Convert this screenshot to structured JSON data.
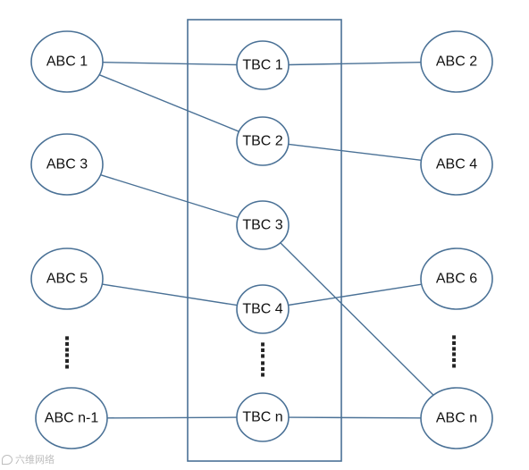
{
  "nodes": {
    "abc1": "ABC 1",
    "abc3": "ABC 3",
    "abc5": "ABC 5",
    "abcn1": "ABC n-1",
    "tbc1": "TBC 1",
    "tbc2": "TBC 2",
    "tbc3": "TBC 3",
    "tbc4": "TBC 4",
    "tbcn": "TBC n",
    "abc2": "ABC 2",
    "abc4": "ABC 4",
    "abc6": "ABC 6",
    "abcn": "ABC n"
  },
  "edges": [
    {
      "from": "abc1",
      "to": "tbc1"
    },
    {
      "from": "abc1",
      "to": "tbc2"
    },
    {
      "from": "tbc1",
      "to": "abc2"
    },
    {
      "from": "tbc2",
      "to": "abc4"
    },
    {
      "from": "abc3",
      "to": "tbc3"
    },
    {
      "from": "tbc3",
      "to": "abcn"
    },
    {
      "from": "abc5",
      "to": "tbc4"
    },
    {
      "from": "tbc4",
      "to": "abc6"
    },
    {
      "from": "abcn1",
      "to": "tbcn"
    },
    {
      "from": "tbcn",
      "to": "abcn"
    }
  ],
  "ellipsis_glyph": "⋮",
  "watermark": {
    "text": "六维网络"
  },
  "colors": {
    "stroke": "#4a7196",
    "text": "#111111"
  }
}
